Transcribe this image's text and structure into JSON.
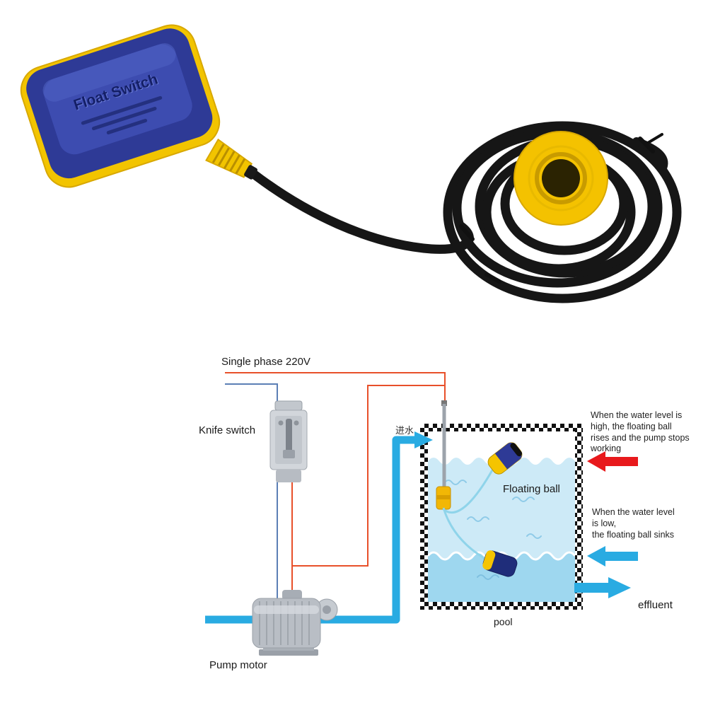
{
  "product": {
    "label": "Float Switch"
  },
  "diagram": {
    "supply_label": "Single phase 220V",
    "knife_switch_label": "Knife switch",
    "pump_label": "Pump motor",
    "inlet_label": "进水",
    "floating_ball_label": "Floating ball",
    "pool_label": "pool",
    "effluent_label": "effluent",
    "note_high": "When the water level is\nhigh, the floating ball\nrises and the pump stops\nworking",
    "note_low": "When the water level\nis low,\nthe floating ball sinks"
  },
  "colors": {
    "float_body_blue": "#2e3a96",
    "case_yellow": "#f2c400",
    "cable_black": "#161616",
    "wire_live": "#e8502a",
    "wire_neutral": "#5b7fb5",
    "pipe_cyan": "#29abe2",
    "arrow_red": "#e8191c",
    "water_light": "#cdeaf7",
    "water_deep": "#9ed7ef"
  }
}
